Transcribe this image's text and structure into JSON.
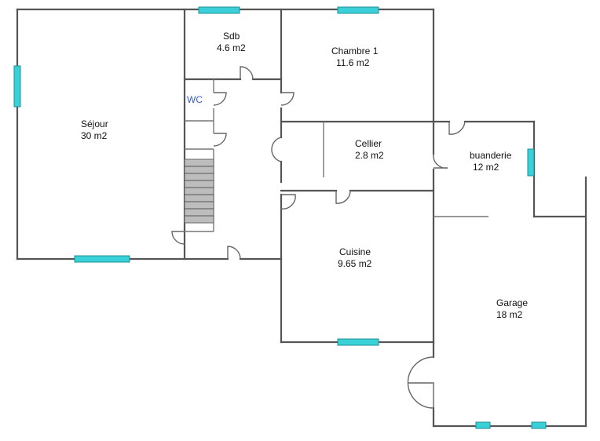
{
  "rooms": {
    "sejour": {
      "name": "Séjour",
      "area": "30 m2"
    },
    "sdb": {
      "name": "Sdb",
      "area": "4.6 m2"
    },
    "chambre1": {
      "name": "Chambre 1",
      "area": "11.6 m2"
    },
    "wc": {
      "name": "WC"
    },
    "cellier": {
      "name": "Cellier",
      "area": "2.8 m2"
    },
    "buanderie": {
      "name": "buanderie",
      "area": "12 m2"
    },
    "cuisine": {
      "name": "Cuisine",
      "area": "9.65 m2"
    },
    "garage": {
      "name": "Garage",
      "area": "18 m2"
    }
  },
  "colors": {
    "wall": "#555555",
    "window": "#39d0d8",
    "stair": "#bdbdbd",
    "wc_label": "#3b5fc0"
  }
}
